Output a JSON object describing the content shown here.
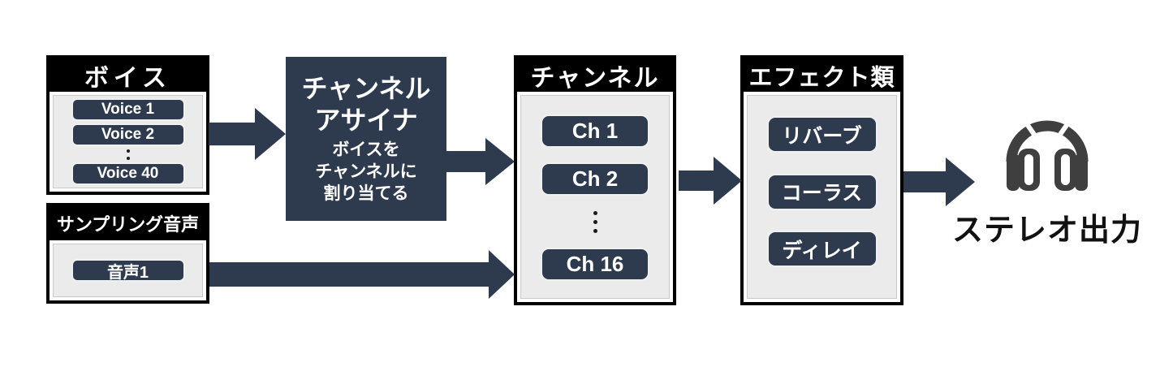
{
  "diagram": {
    "voice_box": {
      "title": "ボイス",
      "items": [
        "Voice 1",
        "Voice 2",
        "Voice 40"
      ]
    },
    "sampling_box": {
      "title": "サンプリング音声",
      "items": [
        "音声1"
      ]
    },
    "assigner_box": {
      "title_lines": [
        "チャンネル",
        "アサイナ"
      ],
      "description_lines": [
        "ボイスを",
        "チャンネルに",
        "割り当てる"
      ]
    },
    "channel_box": {
      "title": "チャンネル",
      "items": [
        "Ch 1",
        "Ch 2",
        "Ch 16"
      ]
    },
    "effects_box": {
      "title": "エフェクト類",
      "items": [
        "リバーブ",
        "コーラス",
        "ディレイ"
      ]
    },
    "output": {
      "label": "ステレオ出力",
      "icon": "headphones-icon"
    },
    "colors": {
      "navy": "#2e3b4e",
      "header_bg": "#000000",
      "panel_bg": "#ebebeb",
      "icon_gray": "#3f3f3f"
    }
  }
}
